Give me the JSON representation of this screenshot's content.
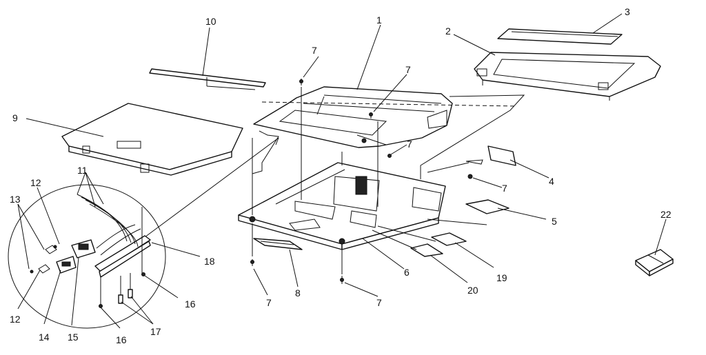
{
  "colors": {
    "ink": "#111111",
    "paper": "#ffffff"
  },
  "callouts": [
    {
      "id": "c1",
      "text": "1"
    },
    {
      "id": "c2",
      "text": "2"
    },
    {
      "id": "c3",
      "text": "3"
    },
    {
      "id": "c4",
      "text": "4"
    },
    {
      "id": "c5",
      "text": "5"
    },
    {
      "id": "c6",
      "text": "6"
    },
    {
      "id": "c7a",
      "text": "7"
    },
    {
      "id": "c7b",
      "text": "7"
    },
    {
      "id": "c7c",
      "text": "7"
    },
    {
      "id": "c7d",
      "text": "7"
    },
    {
      "id": "c7e",
      "text": "7"
    },
    {
      "id": "c7f",
      "text": "7"
    },
    {
      "id": "c8",
      "text": "8"
    },
    {
      "id": "c9",
      "text": "9"
    },
    {
      "id": "c10",
      "text": "10"
    },
    {
      "id": "c11",
      "text": "11"
    },
    {
      "id": "c12a",
      "text": "12"
    },
    {
      "id": "c12b",
      "text": "12"
    },
    {
      "id": "c13",
      "text": "13"
    },
    {
      "id": "c14",
      "text": "14"
    },
    {
      "id": "c15",
      "text": "15"
    },
    {
      "id": "c16a",
      "text": "16"
    },
    {
      "id": "c16b",
      "text": "16"
    },
    {
      "id": "c17",
      "text": "17"
    },
    {
      "id": "c18",
      "text": "18"
    },
    {
      "id": "c19",
      "text": "19"
    },
    {
      "id": "c20",
      "text": "20"
    },
    {
      "id": "c22",
      "text": "22"
    }
  ]
}
